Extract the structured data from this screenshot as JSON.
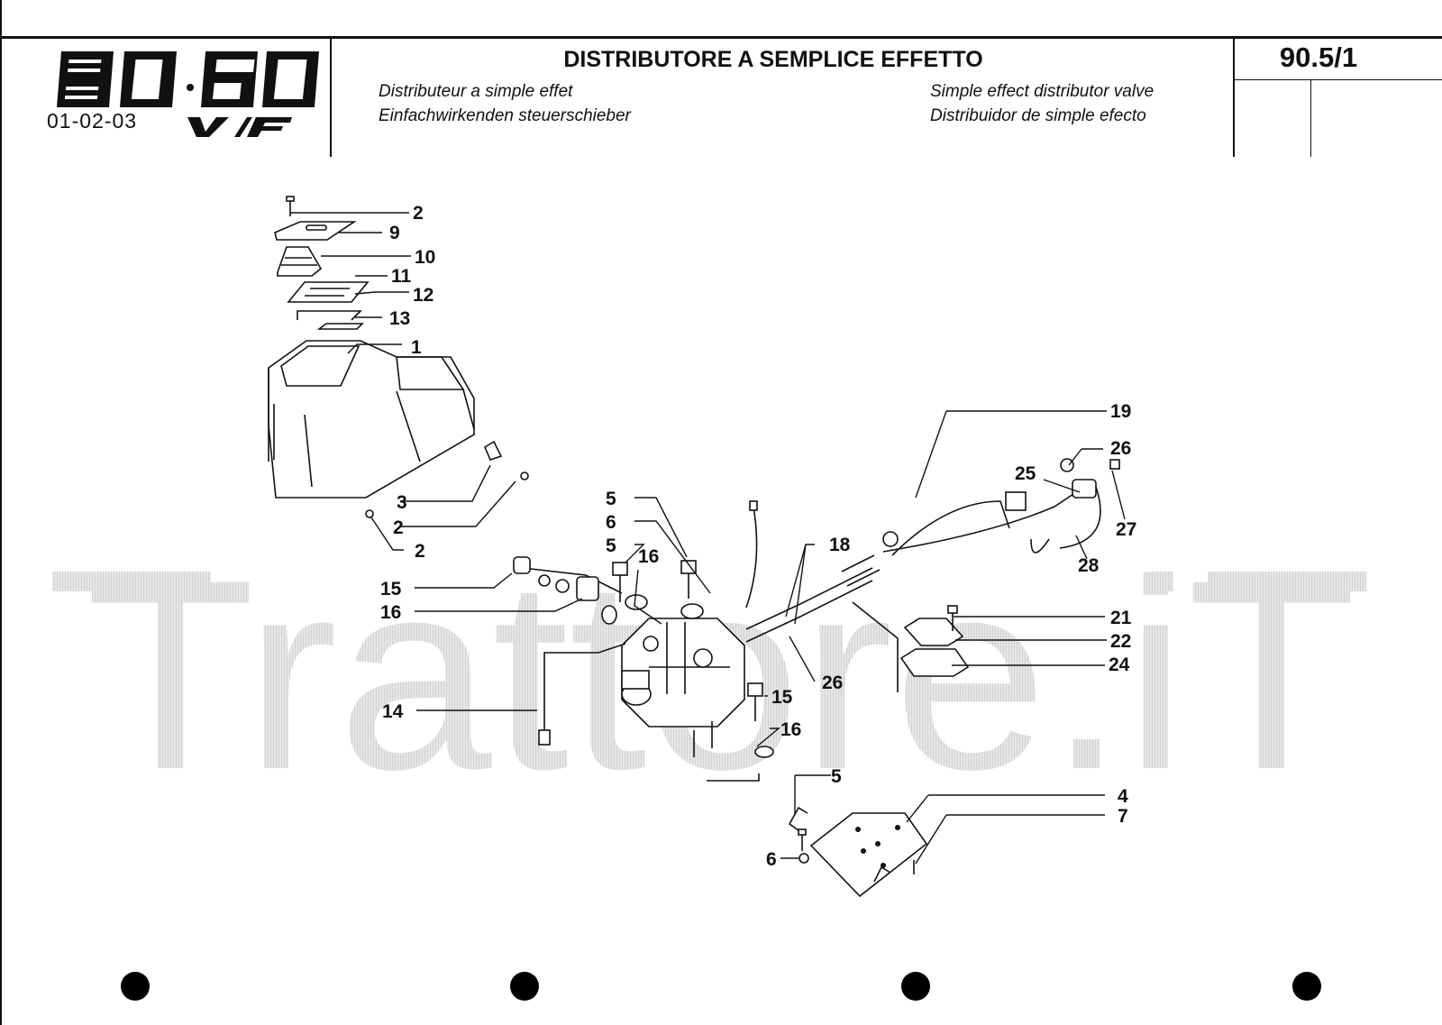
{
  "header": {
    "model_code": "01-02-03",
    "title": "DISTRIBUTORE A SEMPLICE EFFETTO",
    "subtitle_fr": "Distributeur a simple effet",
    "subtitle_de": "Einfachwirkenden steuerschieber",
    "subtitle_en": "Simple effect distributor valve",
    "subtitle_es": "Distribuidor de simple efecto",
    "page_number": "90.5/1"
  },
  "logo": {
    "text": "80.60",
    "suffix": "V/F"
  },
  "watermark": {
    "text": "Trattore.iT"
  },
  "callouts": [
    "2",
    "9",
    "10",
    "11",
    "12",
    "13",
    "1",
    "3",
    "2",
    "2",
    "19",
    "26",
    "25",
    "27",
    "28",
    "5",
    "6",
    "5",
    "16",
    "18",
    "15",
    "16",
    "21",
    "22",
    "24",
    "26",
    "15",
    "16",
    "14",
    "5",
    "4",
    "7",
    "6"
  ]
}
